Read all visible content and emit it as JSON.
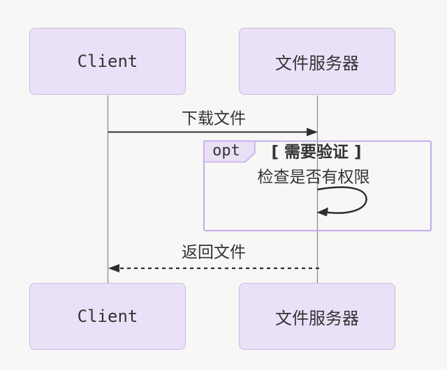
{
  "diagram": {
    "type": "sequence-diagram",
    "colors": {
      "background": "#F7F7F5",
      "actor_fill": "#EAE1F8",
      "actor_border": "#C7B9E6",
      "fragment_border": "#C2ABEA",
      "fragment_label_fill": "#E9E0F6",
      "message_line": "#2E2E2E",
      "lifeline": "#8C8C8C",
      "text": "#333333"
    },
    "actors": [
      {
        "label": "Client"
      },
      {
        "label": "文件服务器"
      }
    ],
    "fragment": {
      "operator": "opt",
      "guard": "[ 需要验证 ]"
    },
    "messages": [
      {
        "label": "下载文件",
        "from": "Client",
        "to": "文件服务器",
        "line": "solid"
      },
      {
        "label": "检查是否有权限",
        "from": "文件服务器",
        "to": "文件服务器",
        "line": "self"
      },
      {
        "label": "返回文件",
        "from": "文件服务器",
        "to": "Client",
        "line": "dashed"
      }
    ]
  }
}
